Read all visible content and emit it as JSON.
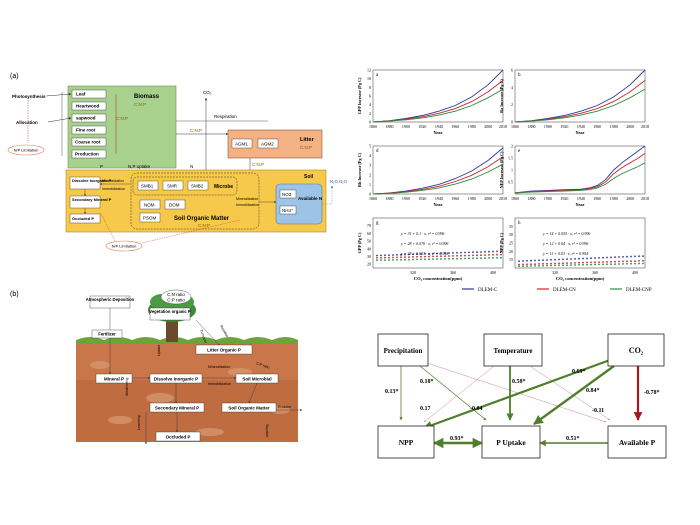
{
  "panel_labels": {
    "a": "(a)",
    "b": "(b)"
  },
  "model_diagram": {
    "photosynthesis": "Photosynthesis",
    "allocation": "Allocation",
    "np_limitation_top": "N/P Limitation",
    "np_limitation_bottom": "N/P Limitation",
    "biomass_pools": [
      "Leaf",
      "Heartwood",
      "sapwood",
      "Fine root",
      "Coarse root",
      "Production"
    ],
    "biomass_title": "Biomass",
    "cnp_labels": {
      "biomass": "C:N:P",
      "biomass_inner": "C:N:P",
      "respiration_box": "C:N:P",
      "litter": "C:N:P",
      "litter_out": "C:N:P",
      "som": "C:N:P"
    },
    "co2": "CO₂",
    "respiration": "Respiration",
    "litter_title": "Litter",
    "agm1": "AGM1",
    "agm2": "AGM2",
    "n_p_uptake": "N,P uptake",
    "p_label": "P",
    "n_label": "N",
    "soil_title": "Soil",
    "dissolved_inorganic_p": "Dissolve Inorganic P",
    "secondary_mineral_p": "Secondary Mineral P",
    "occluded_p": "Occluded P",
    "mineralization": "Mineralization",
    "immobilization": "Immobilization",
    "mineralization2": "Mineralization",
    "immobilization2": "Immobilization",
    "smb1": "SMB1",
    "smr": "SMR",
    "smb2": "SMB2",
    "microbe": "Microbe",
    "nom": "NOM",
    "dom": "DOM",
    "psom": "PSOM",
    "som_title": "Soil Organic Matter",
    "no3": "NO3",
    "nh4": "NH4⁺",
    "available_n": "Available N",
    "n_gases": "N₂O,N₂O"
  },
  "chart_data": [
    {
      "type": "line",
      "panel": "a",
      "xlabel": "Year",
      "ylabel": "GPP Increase (Pg C)",
      "xlim": [
        1860,
        2018
      ],
      "ylim": [
        0,
        12
      ],
      "xticks": [
        1860,
        1880,
        1900,
        1920,
        1940,
        1960,
        1980,
        2000,
        2018
      ],
      "yticks": [
        0,
        2,
        4,
        6,
        8,
        10,
        12
      ],
      "x": [
        1860,
        1880,
        1900,
        1920,
        1940,
        1960,
        1980,
        2000,
        2018
      ],
      "series": [
        {
          "name": "DLEM-C",
          "values": [
            0,
            0.3,
            0.8,
            1.5,
            2.5,
            3.8,
            5.8,
            8.6,
            12.0
          ]
        },
        {
          "name": "DLEM-CN",
          "values": [
            0,
            0.25,
            0.65,
            1.2,
            2.0,
            3.1,
            4.7,
            7.0,
            9.6
          ]
        },
        {
          "name": "DLEM-CNP",
          "values": [
            0,
            0.2,
            0.5,
            0.95,
            1.6,
            2.5,
            3.8,
            5.6,
            7.6
          ]
        }
      ]
    },
    {
      "type": "line",
      "panel": "b",
      "xlabel": "Year",
      "ylabel": "Ra Increase (Pg C)",
      "xlim": [
        1860,
        2018
      ],
      "ylim": [
        0,
        6
      ],
      "xticks": [
        1860,
        1880,
        1900,
        1920,
        1940,
        1960,
        1980,
        2000,
        2018
      ],
      "yticks": [
        0,
        2,
        4,
        6
      ],
      "x": [
        1860,
        1880,
        1900,
        1920,
        1940,
        1960,
        1980,
        2000,
        2018
      ],
      "series": [
        {
          "name": "DLEM-C",
          "values": [
            0,
            0.15,
            0.4,
            0.75,
            1.25,
            1.9,
            2.9,
            4.3,
            6.0
          ]
        },
        {
          "name": "DLEM-CN",
          "values": [
            0,
            0.12,
            0.32,
            0.6,
            1.0,
            1.55,
            2.35,
            3.5,
            4.8
          ]
        },
        {
          "name": "DLEM-CNP",
          "values": [
            0,
            0.1,
            0.25,
            0.48,
            0.8,
            1.25,
            1.9,
            2.8,
            3.8
          ]
        }
      ]
    },
    {
      "type": "line",
      "panel": "d",
      "xlabel": "Year",
      "ylabel": "Rh Increase (Pg C)",
      "xlim": [
        1860,
        2018
      ],
      "ylim": [
        0,
        5
      ],
      "xticks": [
        1860,
        1880,
        1900,
        1920,
        1940,
        1960,
        1980,
        2000,
        2018
      ],
      "yticks": [
        0,
        1,
        2,
        3,
        4,
        5
      ],
      "x": [
        1860,
        1880,
        1900,
        1920,
        1940,
        1960,
        1980,
        2000,
        2018
      ],
      "series": [
        {
          "name": "DLEM-C",
          "values": [
            0,
            0.1,
            0.3,
            0.6,
            1.0,
            1.6,
            2.4,
            3.5,
            4.8
          ]
        },
        {
          "name": "DLEM-CN",
          "values": [
            0,
            0.08,
            0.24,
            0.48,
            0.8,
            1.3,
            1.95,
            2.85,
            3.9
          ]
        },
        {
          "name": "DLEM-CNP",
          "values": [
            0,
            0.06,
            0.19,
            0.38,
            0.64,
            1.03,
            1.55,
            2.3,
            3.1
          ]
        }
      ]
    },
    {
      "type": "line",
      "panel": "e",
      "xlabel": "Year",
      "ylabel": "NEP Increase (Pg C)",
      "xlim": [
        1860,
        2018
      ],
      "ylim": [
        0,
        2.0
      ],
      "xticks": [
        1860,
        1880,
        1900,
        1920,
        1940,
        1960,
        1980,
        2000,
        2018
      ],
      "yticks": [
        0.5,
        1.0,
        1.5,
        2.0
      ],
      "x": [
        1860,
        1880,
        1900,
        1920,
        1940,
        1950,
        1960,
        1970,
        1980,
        1990,
        2000,
        2010,
        2018
      ],
      "series": [
        {
          "name": "DLEM-C",
          "values": [
            0.05,
            0.12,
            0.15,
            0.18,
            0.2,
            0.25,
            0.35,
            0.6,
            1.0,
            1.3,
            1.55,
            1.8,
            2.0
          ]
        },
        {
          "name": "DLEM-CN",
          "values": [
            0.05,
            0.1,
            0.12,
            0.15,
            0.18,
            0.22,
            0.3,
            0.5,
            0.85,
            1.1,
            1.3,
            1.5,
            1.7
          ]
        },
        {
          "name": "DLEM-CNP",
          "values": [
            0.04,
            0.08,
            0.1,
            0.12,
            0.15,
            0.18,
            0.25,
            0.4,
            0.65,
            0.85,
            1.0,
            1.15,
            1.3
          ]
        }
      ]
    },
    {
      "type": "scatter",
      "panel": "g",
      "xlabel": "CO₂ concentration(ppm)",
      "ylabel": "GPP (Pg C)",
      "xlim": [
        280,
        410
      ],
      "ylim": [
        15,
        80
      ],
      "xticks": [
        320,
        360,
        400
      ],
      "yticks": [
        20,
        30,
        40,
        50,
        60,
        70
      ],
      "annotations": [
        "y = 31 + 0.1 · x,  r² = 0.996",
        "y = 28 + 0.076 · x,  r² = 0.996",
        "y = 25 + 0.057 · x,  r² = 0.994"
      ],
      "series": [
        {
          "name": "DLEM-C",
          "intercept": 31,
          "slope": 0.1
        },
        {
          "name": "DLEM-CN",
          "intercept": 28,
          "slope": 0.076
        },
        {
          "name": "DLEM-CNP",
          "intercept": 25,
          "slope": 0.057
        }
      ]
    },
    {
      "type": "scatter",
      "panel": "h",
      "xlabel": "CO₂ concentration(ppm)",
      "ylabel": "NPP (Pg C)",
      "xlim": [
        280,
        410
      ],
      "ylim": [
        10,
        40
      ],
      "xticks": [
        320,
        360,
        400
      ],
      "yticks": [
        15,
        20,
        25,
        30,
        35
      ],
      "annotations": [
        "y = 14 + 0.055 · x,  r² = 0.996",
        "y = 12 + 0.04 · x,  r² = 0.996",
        "y = 11 + 0.03 · x,  r² = 0.994"
      ],
      "series": [
        {
          "name": "DLEM-C",
          "intercept": 14,
          "slope": 0.055
        },
        {
          "name": "DLEM-CN",
          "intercept": 12,
          "slope": 0.04
        },
        {
          "name": "DLEM-CNP",
          "intercept": 11,
          "slope": 0.03
        }
      ]
    }
  ],
  "legend": [
    {
      "name": "DLEM-C",
      "color": "#2b3a9c"
    },
    {
      "name": "DLEM-CN",
      "color": "#c8262b"
    },
    {
      "name": "DLEM-CNP",
      "color": "#2e8b3a"
    }
  ],
  "soil_diagram": {
    "atmospheric_deposition": "Atmospheric Deposition",
    "cn_ratio": "C:N ratio",
    "cp_ratio": "C:P ratio",
    "vegetation_organic_p": "Vegetation organic P",
    "fertilizer": "Fertilizer",
    "litter_organic_p": "Litter Organic P",
    "mineral_p": "Mineral P",
    "dissolved_inorganic_p": "Dissolve Inorganic P",
    "soil_microbial": "Soil Microbial",
    "secondary_mineral_p": "Secondary Mineral P",
    "soil_organic_matter": "Soil Organic Matter",
    "occluded_p": "Occluded P",
    "uptake": "Uptake",
    "turnover": "Turnover",
    "residue": "Residue",
    "mineralization": "Mineralization",
    "immobilization": "Immobilization",
    "weathering": "Weathering",
    "leaching": "Leaching",
    "erosion": "Erosion",
    "sorption": "Sorption",
    "cp_ratio_side": "C:P ratio"
  },
  "path_diagram": {
    "nodes": {
      "precipitation": "Precipitation",
      "temperature": "Temperature",
      "co2": "CO₂",
      "npp": "NPP",
      "p_uptake": "P Uptake",
      "available_p": "Available P"
    },
    "coefficients": {
      "precip_npp": "0.13*",
      "precip_puptake": "0.18*",
      "precip_puptake_low": "0.17",
      "temp_puptake": "0.58*",
      "temp_npp": "-0.04",
      "co2_npp": "0.69*",
      "co2_puptake": "0.84*",
      "co2_avp": "-0.78*",
      "temp_avp": "-0.11",
      "npp_puptake": "0.93*",
      "avp_puptake": "0.51*"
    }
  }
}
